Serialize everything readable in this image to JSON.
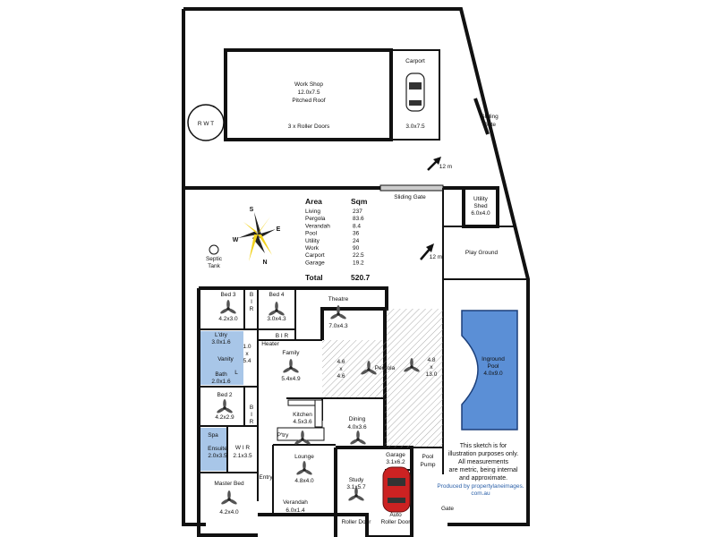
{
  "rooms": {
    "workshop": {
      "name": "Work Shop",
      "size": "12.0x7.5",
      "note": "Pitched Roof",
      "doors": "3 x Roller Doors"
    },
    "carport": {
      "name": "Carport",
      "size": "3.0x7.5"
    },
    "rwt": "R W T",
    "sliding_gate_side": {
      "line1": "Sliding",
      "line2": "Gate"
    },
    "sliding_gate_mid": "Sliding Gate",
    "utility_shed": {
      "name": "Utility",
      "name2": "Shed",
      "size": "6.0x4.0"
    },
    "septic": {
      "line1": "Septic",
      "line2": "Tank"
    },
    "play_ground": "Play Ground",
    "dim_12m_top": "12 m",
    "dim_12m_mid": "12 m",
    "bed3": {
      "name": "Bed 3",
      "size": "4.2x3.0"
    },
    "bir_a": {
      "l1": "B",
      "l2": "I",
      "l3": "R"
    },
    "bed4": {
      "name": "Bed 4",
      "size": "3.0x4.3"
    },
    "theatre": {
      "name": "Theatre",
      "size": "7.0x4.3"
    },
    "bir_b": "B I R",
    "heater": "Heater",
    "ldry": {
      "name": "L'dry",
      "size": "3.0x1.6"
    },
    "vanity": "Vanity",
    "hall_dim": {
      "l1": "1.0",
      "l2": "x",
      "l3": "5.4"
    },
    "bath": {
      "name": "Bath",
      "size": "2.0x1.6",
      "l": "L"
    },
    "family": {
      "name": "Family",
      "size": "5.4x4.9"
    },
    "pergola": {
      "name": "Pergola",
      "left_l1": "4.6",
      "left_l2": "x",
      "left_l3": "4.6",
      "right_l1": "4.8",
      "right_l2": "x",
      "right_l3": "13.0"
    },
    "pool": {
      "name": "Inground",
      "name2": "Pool",
      "size": "4.0x9.0"
    },
    "bed2": {
      "name": "Bed 2",
      "size": "4.2x2.9"
    },
    "bir_c": {
      "l1": "B",
      "l2": "I",
      "l3": "R"
    },
    "kitchen": {
      "name": "Kitchen",
      "size": "4.5x3.6"
    },
    "dining": {
      "name": "Dining",
      "size": "4.0x3.6"
    },
    "pantry": "P'try",
    "spa": "Spa",
    "ensuite": {
      "name": "Ensuite",
      "size": "2.0x3.5"
    },
    "wir": {
      "name": "W I R",
      "size": "2.1x3.5"
    },
    "lounge": {
      "name": "Lounge",
      "size": "4.8x4.0"
    },
    "study": {
      "name": "Study",
      "size": "3.1x5.7"
    },
    "garage": {
      "name": "Garage",
      "size": "3.1x6.2"
    },
    "pool_pump": {
      "l1": "Pool",
      "l2": "Pump"
    },
    "master": {
      "name": "Master Bed",
      "size": "4.2x4.0"
    },
    "entry": "Entry",
    "verandah": {
      "name": "Verandah",
      "size": "6.0x1.4"
    },
    "roller_door": "Roller Door",
    "auto_roller": {
      "l1": "Auto",
      "l2": "Roller Door"
    },
    "gate": "Gate"
  },
  "compass": {
    "s": "S",
    "n": "N",
    "e": "E",
    "w": "W"
  },
  "area_table": {
    "h_area": "Area",
    "h_sqm": "Sqm",
    "rows": [
      {
        "label": "Living",
        "value": "237"
      },
      {
        "label": "Pergola",
        "value": "83.6"
      },
      {
        "label": "Verandah",
        "value": "8.4"
      },
      {
        "label": "Pool",
        "value": "36"
      },
      {
        "label": "Utility",
        "value": "24"
      },
      {
        "label": "Work",
        "value": "90"
      },
      {
        "label": "Carport",
        "value": "22.5"
      },
      {
        "label": "Garage",
        "value": "19.2"
      }
    ],
    "total_label": "Total",
    "total_value": "520.7"
  },
  "disclaimer": {
    "l1": "This sketch is for",
    "l2": "illustration purposes only.",
    "l3": "All measurements",
    "l4": "are metric, being internal",
    "l5": "and approximate."
  },
  "credit": {
    "l1": "Produced by propertylaneimages.",
    "l2": "com.au"
  },
  "colors": {
    "pool": "#5b8fd6",
    "wet_area": "#a8c6e8",
    "car": "#cc2222",
    "compass": "#f2d21e",
    "credit": "#2a5fa8"
  }
}
